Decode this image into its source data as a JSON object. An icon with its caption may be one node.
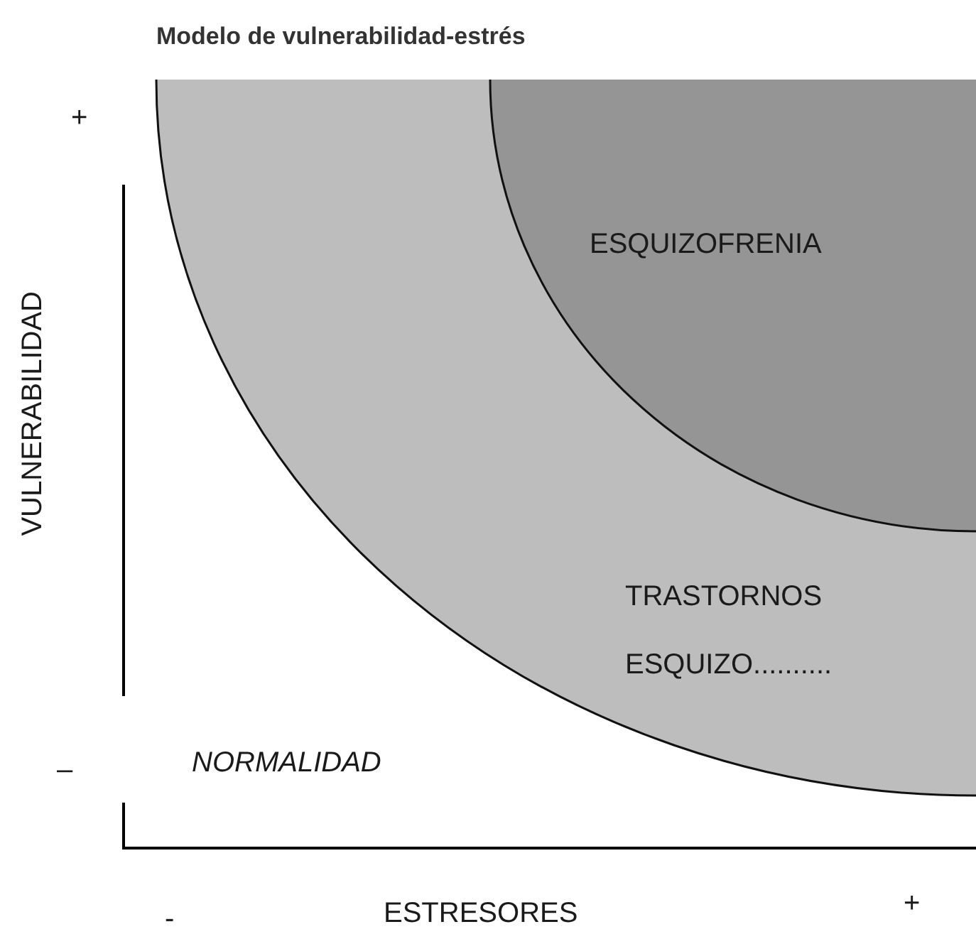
{
  "diagram": {
    "title": "Modelo de vulnerabilidad-estrés",
    "nodes": [
      {
        "text": [
          "TRASTORNOS ESQUIZO.........."
        ]
      },
      {
        "text": [
          "ESQUIZOFRENIA"
        ],
        "in": 0
      }
    ],
    "labels": [
      "+",
      "VULNERABILIDAD",
      "–",
      "NORMALIDAD",
      "-",
      "ESTRESORES",
      "+"
    ]
  }
}
